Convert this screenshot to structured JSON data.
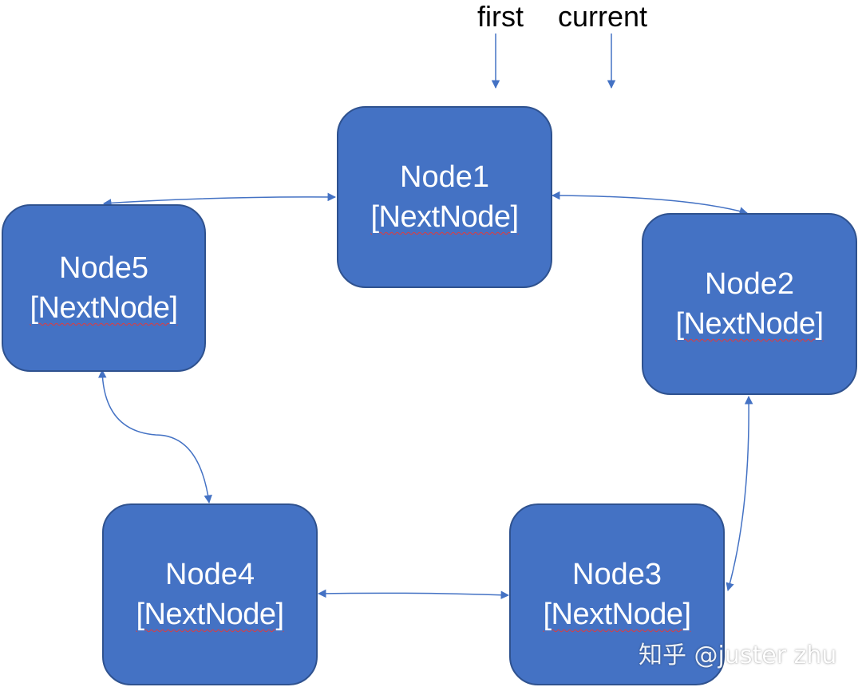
{
  "pointers": {
    "first": "first",
    "current": "current"
  },
  "nodes": [
    {
      "name": "Node1",
      "field": "[NextNode]"
    },
    {
      "name": "Node2",
      "field": "[NextNode]"
    },
    {
      "name": "Node3",
      "field": "[NextNode]"
    },
    {
      "name": "Node4",
      "field": "[NextNode]"
    },
    {
      "name": "Node5",
      "field": "[NextNode]"
    }
  ],
  "watermark": "知乎 @juster zhu",
  "colors": {
    "node_fill": "#4472c4",
    "node_border": "#2f528f",
    "connector": "#4472c4",
    "spellcheck_underline": "#e23b3b"
  }
}
